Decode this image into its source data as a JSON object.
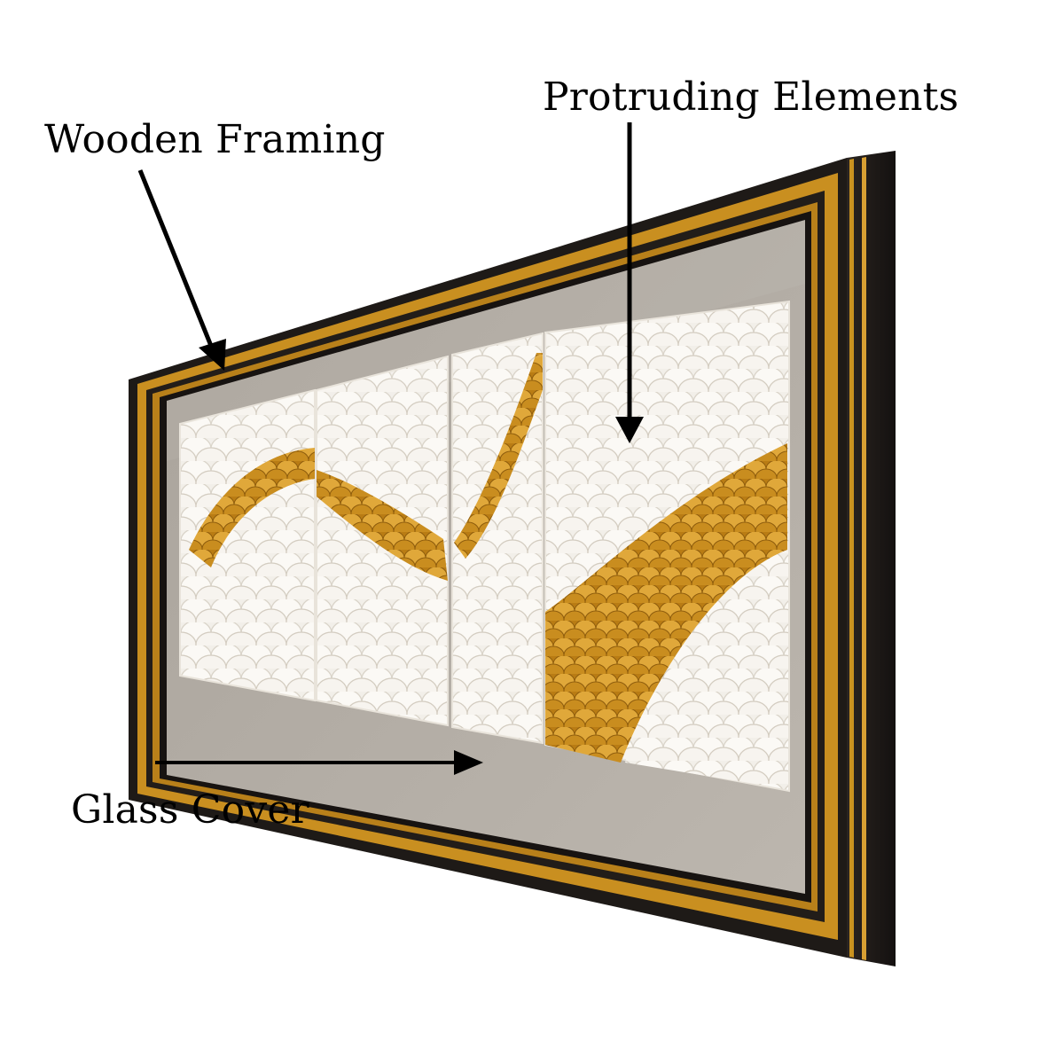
{
  "annotations": {
    "wooden_framing": "Wooden Framing",
    "protruding_elements": "Protruding Elements",
    "glass_cover": "Glass Cover"
  },
  "colors": {
    "frame_black": "#1e1a17",
    "frame_gold": "#d19a2a",
    "backing": "#b1aba3",
    "tile_white": "#f4f1ec",
    "tile_gold": "#c88a1c",
    "arrow": "#000000"
  },
  "objects": {
    "frame": "shadow-box-frame",
    "artwork": "four-panel-scale-relief",
    "arrows": [
      "arrow-to-frame",
      "arrow-to-scales",
      "arrow-to-glass"
    ]
  }
}
